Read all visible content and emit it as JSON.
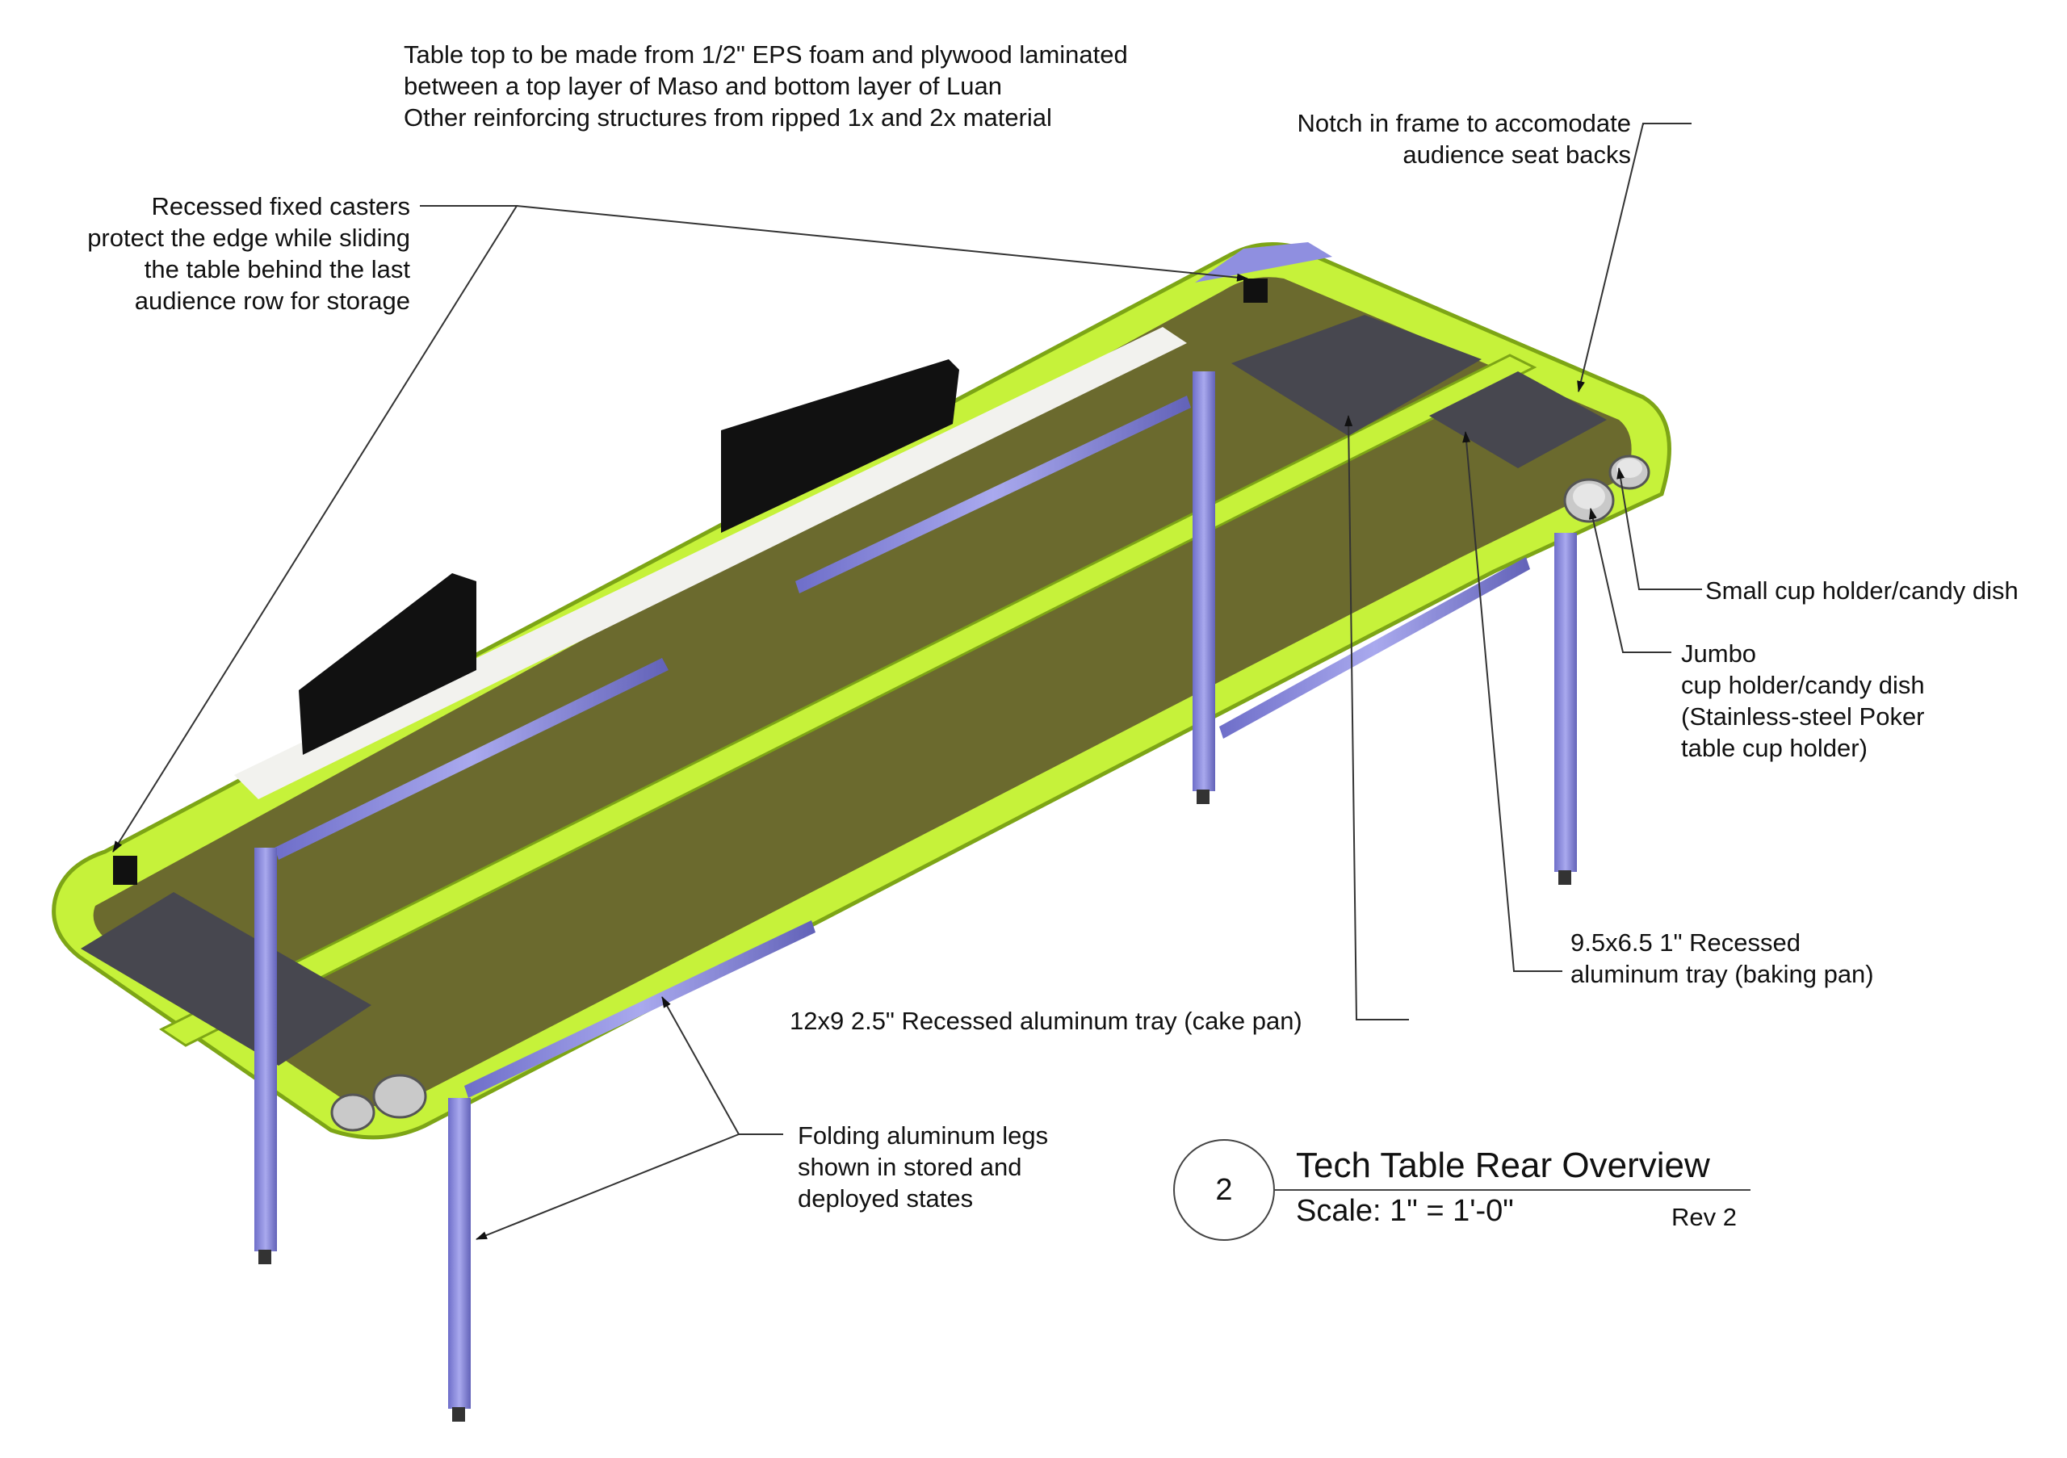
{
  "notes": {
    "material_lines": [
      "Table top to be made from 1/2\" EPS foam and plywood laminated",
      "between a top layer of Maso and bottom layer of Luan",
      "Other reinforcing structures from ripped 1x and 2x material"
    ],
    "notch_lines": [
      "Notch in frame to accomodate",
      "audience seat backs"
    ],
    "casters_lines": [
      "Recessed fixed casters",
      "protect the edge while sliding",
      "the table behind the last",
      "audience row for storage"
    ],
    "small_cup": "Small cup holder/candy dish",
    "jumbo_lines": [
      "Jumbo",
      "cup holder/candy dish",
      "(Stainless-steel Poker",
      "table cup holder)"
    ],
    "baking_pan_lines": [
      "9.5x6.5 1\" Recessed",
      "aluminum tray (baking pan)"
    ],
    "cake_pan": "12x9 2.5\" Recessed aluminum tray (cake pan)",
    "legs_lines": [
      "Folding aluminum legs",
      "shown in stored and",
      "deployed states"
    ]
  },
  "title_block": {
    "number": "2",
    "title": "Tech Table Rear Overview",
    "scale": "Scale: 1\" = 1'-0\"",
    "rev": "Rev 2"
  },
  "colors": {
    "frame": "#c6f23a",
    "frame_edge": "#7da516",
    "top_surface": "#6b6a2e",
    "leg": "#8f8fe0",
    "leg_dark": "#5c5cb0",
    "tray": "#47474f",
    "screen": "#111111",
    "leader": "#333333"
  }
}
